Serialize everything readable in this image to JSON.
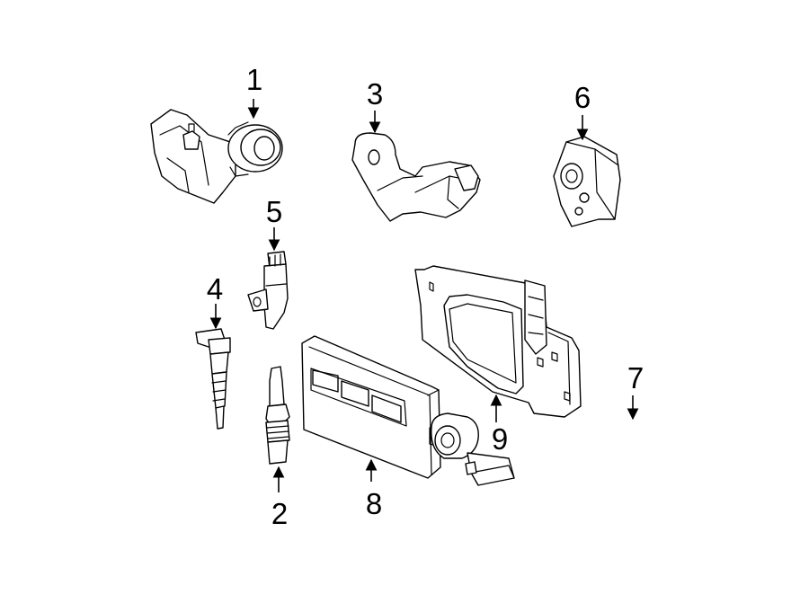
{
  "diagram": {
    "callouts": [
      {
        "part": "coil-pulley-bracket",
        "label": "1"
      },
      {
        "part": "spark-plug",
        "label": "2"
      },
      {
        "part": "map-sensor-bracket",
        "label": "3"
      },
      {
        "part": "ignition-coil",
        "label": "4"
      },
      {
        "part": "cam-position-sensor",
        "label": "5"
      },
      {
        "part": "throttle-position-sensor",
        "label": "6"
      },
      {
        "part": "knock-sensor",
        "label": "7"
      },
      {
        "part": "engine-control-module",
        "label": "8"
      },
      {
        "part": "ecm-mounting-bracket",
        "label": "9"
      }
    ]
  }
}
